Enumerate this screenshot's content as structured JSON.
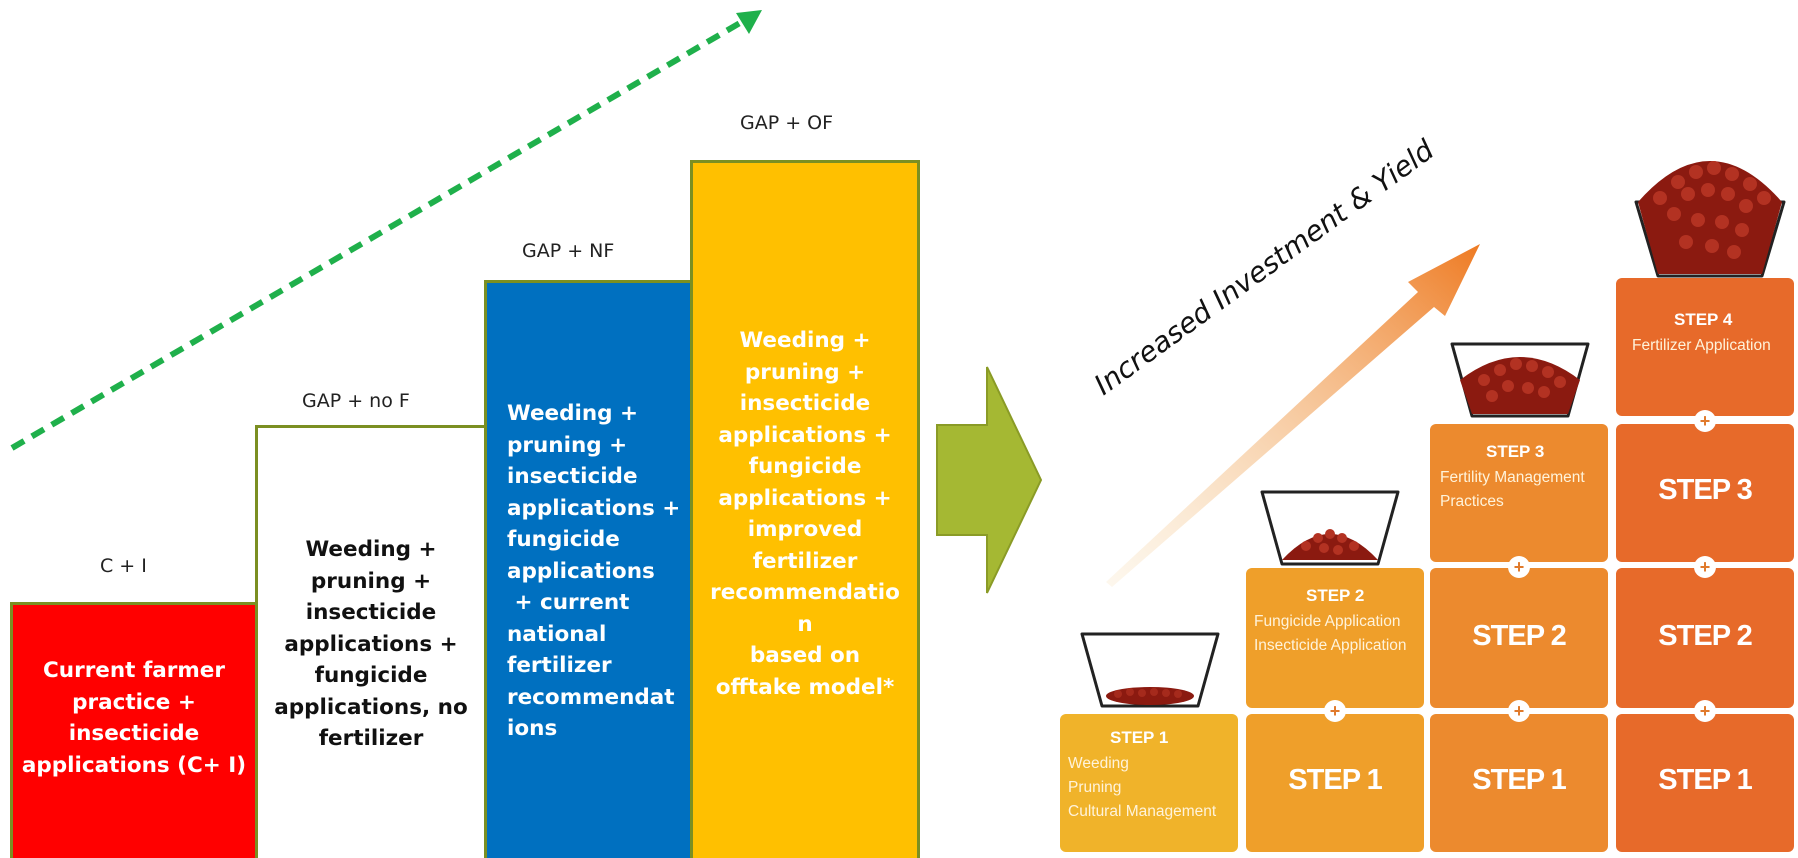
{
  "left_diagram": {
    "bars": [
      {
        "top_label": "C + I",
        "text_lines": [
          "Current farmer",
          "practice +",
          "insecticide",
          "applications (C+ I)"
        ],
        "fill": "#ff0000",
        "text_color": "#ffffff"
      },
      {
        "top_label": "GAP + no F",
        "text_lines": [
          "Weeding +",
          "pruning +",
          "insecticide",
          "applications +",
          "fungicide",
          "applications, no",
          "fertilizer"
        ],
        "fill": "#ffffff",
        "text_color": "#111111"
      },
      {
        "top_label": "GAP + NF",
        "text_lines": [
          "Weeding +",
          "pruning +",
          "insecticide",
          "applications +",
          "fungicide",
          "applications",
          " + current",
          "national",
          "fertilizer",
          "recommendat",
          "ions"
        ],
        "fill": "#0070c0",
        "text_color": "#ffffff"
      },
      {
        "top_label": "GAP + OF",
        "text_lines": [
          "Weeding +",
          "pruning +",
          "insecticide",
          "applications +",
          "fungicide",
          "applications +",
          "improved",
          "fertilizer",
          "recommendatio",
          "n",
          "based on",
          "offtake model*"
        ],
        "fill": "#ffc000",
        "text_color": "#ffffff"
      }
    ],
    "trend_arrow_color": "#1fb04b",
    "block_arrow_color": "#a5b833"
  },
  "right_diagram": {
    "arrow_label": "Increased Investment & Yield",
    "columns": [
      {
        "title": "STEP 1",
        "desc": [
          "Weeding",
          "Pruning",
          "Cultural Management"
        ],
        "color": "#f0b32a"
      },
      {
        "title": "STEP 2",
        "desc": [
          "Fungicide Application",
          "Insecticide Application"
        ],
        "color": "#ef9f2a"
      },
      {
        "title": "STEP 3",
        "desc": [
          "Fertility Management",
          "Practices"
        ],
        "color": "#ec8a2e"
      },
      {
        "title": "STEP 4",
        "desc": [
          "Fertilizer Application"
        ],
        "color": "#e76a2a"
      }
    ],
    "stack_labels": {
      "step1": "STEP 1",
      "step2": "STEP 2",
      "step3": "STEP 3"
    }
  }
}
